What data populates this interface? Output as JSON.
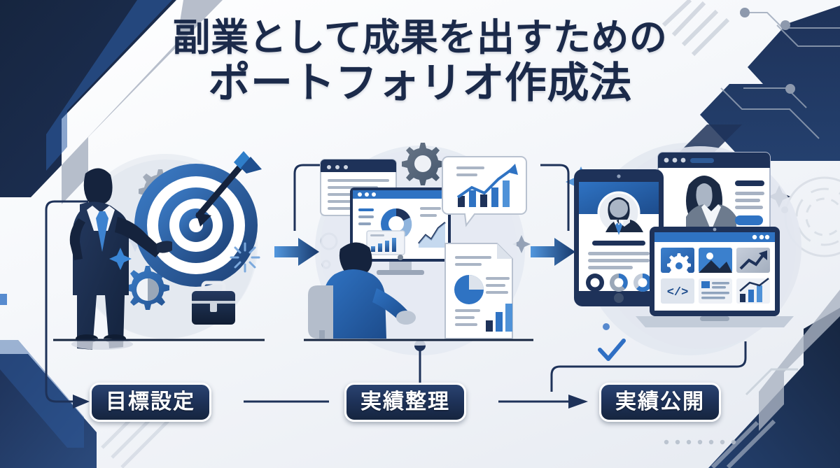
{
  "poster": {
    "title": {
      "line1": "副業として成果を出すための",
      "line2": "ポートフォリオ作成法"
    },
    "colors": {
      "navy_dark": "#16253f",
      "navy": "#1e3259",
      "navy_mid": "#2a4370",
      "blue_accent": "#2f6fc4",
      "blue_bright": "#3a86d6",
      "slate_gray": "#5b6b80",
      "light_gray": "#c3cad6",
      "background_light": "#f2f4f8",
      "white": "#ffffff"
    }
  },
  "steps": [
    {
      "id": "goal-setting",
      "label": "目標設定",
      "scene_name": "businessman-pointing-at-target",
      "icons": [
        "businessman-silhouette-icon",
        "target-dartboard-icon",
        "arrow-hitting-bullseye-icon",
        "gear-icon",
        "briefcase-icon",
        "sparkle-icon"
      ]
    },
    {
      "id": "results-organizing",
      "label": "実績整理",
      "scene_name": "person-at-desktop-with-charts",
      "icons": [
        "seated-person-icon",
        "desktop-monitor-icon",
        "browser-window-icon",
        "donut-chart-icon",
        "bar-chart-icon",
        "line-chart-callout-icon",
        "document-with-pie-chart-icon",
        "gear-icon"
      ]
    },
    {
      "id": "results-publishing",
      "label": "実績公開",
      "scene_name": "tablet-browser-laptop-portfolio",
      "icons": [
        "tablet-profile-icon",
        "browser-profile-window-icon",
        "laptop-portfolio-grid-icon",
        "gear-tile-icon",
        "image-tile-icon",
        "growth-chart-tile-icon",
        "code-tile-icon",
        "text-block-tile-icon",
        "bar-chart-tile-icon",
        "checkmark-icon",
        "sparkle-icon"
      ]
    }
  ],
  "flow": {
    "arrow_1_name": "flow-arrow-goal-to-organize",
    "arrow_2_name": "flow-arrow-organize-to-publish",
    "arrow_3_name": "flow-arrow-into-goal-pill",
    "arrow_4_name": "flow-arrow-organize-pill-to-publish-pill"
  }
}
